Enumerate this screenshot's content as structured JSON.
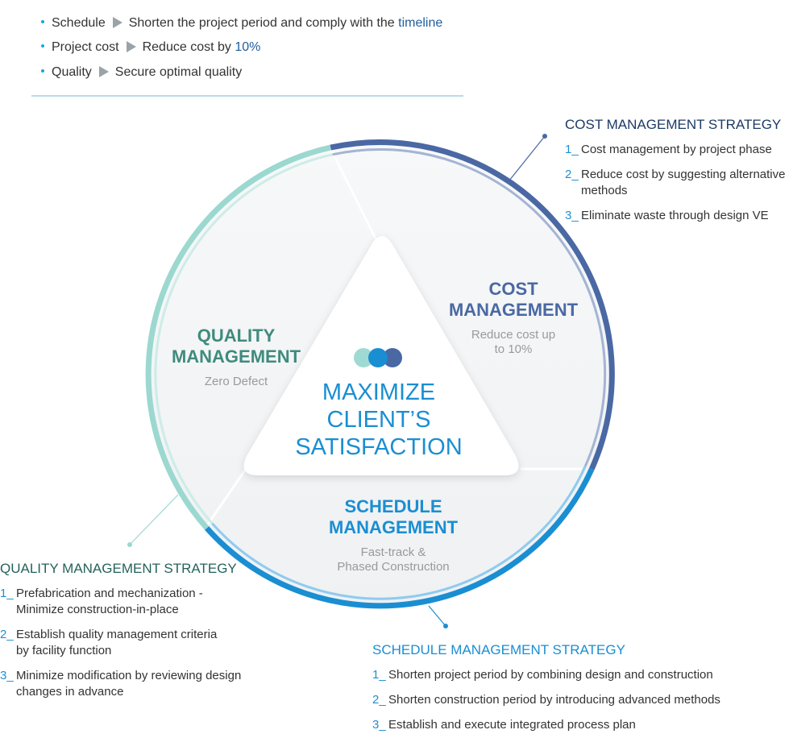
{
  "goals": [
    {
      "label": "Schedule",
      "text_before": "Shorten the project period and comply with the ",
      "highlight": "timeline",
      "text_after": ""
    },
    {
      "label": "Project cost",
      "text_before": "Reduce cost by ",
      "highlight": "10%",
      "text_after": ""
    },
    {
      "label": "Quality",
      "text_before": "Secure optimal quality",
      "highlight": "",
      "text_after": ""
    }
  ],
  "center": {
    "line1": "MAXIMIZE",
    "line2": "CLIENT’S",
    "line3": "SATISFACTION"
  },
  "segments": {
    "cost": {
      "title1": "COST",
      "title2": "MANAGEMENT",
      "sub1": "Reduce cost up",
      "sub2": "to 10%",
      "color": "#4a68a3"
    },
    "quality": {
      "title1": "QUALITY",
      "title2": "MANAGEMENT",
      "sub1": "Zero Defect",
      "color": "#3f8b7e"
    },
    "schedule": {
      "title1": "SCHEDULE",
      "title2": "MANAGEMENT",
      "sub1": "Fast-track &",
      "sub2": "Phased Construction",
      "color": "#1a8ed2"
    }
  },
  "strategies": {
    "cost": {
      "title": "COST MANAGEMENT STRATEGY",
      "items": [
        {
          "num": "1_",
          "lines": [
            "Cost management by project phase"
          ]
        },
        {
          "num": "2_",
          "lines": [
            "Reduce cost by suggesting alternative",
            "methods"
          ]
        },
        {
          "num": "3_",
          "lines": [
            "Eliminate waste through design VE"
          ]
        }
      ]
    },
    "quality": {
      "title": "QUALITY MANAGEMENT STRATEGY",
      "items": [
        {
          "num": "1_",
          "lines": [
            "Prefabrication and mechanization -",
            "Minimize construction-in-place"
          ]
        },
        {
          "num": "2_",
          "lines": [
            "Establish quality management criteria",
            "by facility function"
          ]
        },
        {
          "num": "3_",
          "lines": [
            "Minimize modification by reviewing design",
            "changes in advance"
          ]
        }
      ]
    },
    "schedule": {
      "title": "SCHEDULE MANAGEMENT STRATEGY",
      "items": [
        {
          "num": "1_",
          "lines": [
            "Shorten project period by combining design and construction"
          ]
        },
        {
          "num": "2_",
          "lines": [
            "Shorten construction period by introducing advanced methods"
          ]
        },
        {
          "num": "3_",
          "lines": [
            "Establish and execute integrated process plan"
          ]
        }
      ]
    }
  },
  "colors": {
    "cost": "#4a68a3",
    "quality": "#9bd8d0",
    "schedule": "#1a8ed2",
    "cost_title": "#1d3a66",
    "quality_title": "#25625a",
    "schedule_title": "#1a8ed2",
    "dot_teal": "#9edad3",
    "dot_blue": "#1a8ed2",
    "dot_navy": "#4a68a3"
  }
}
